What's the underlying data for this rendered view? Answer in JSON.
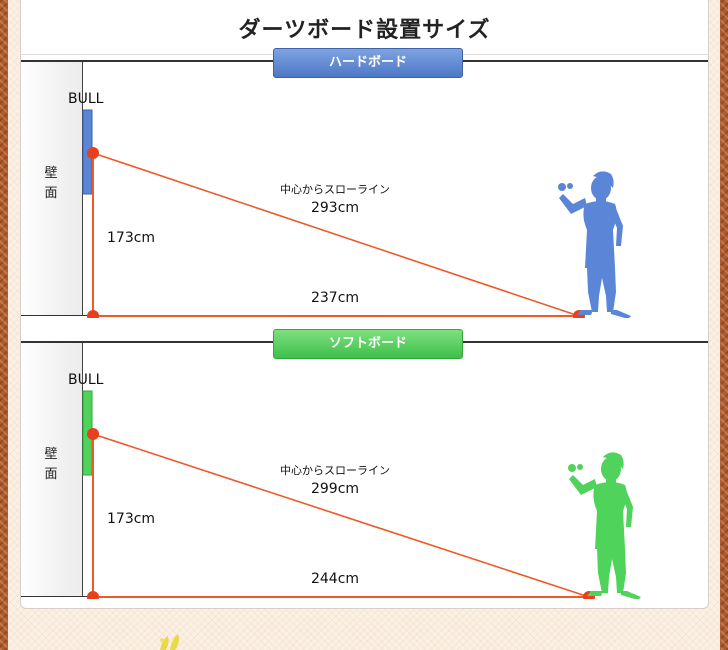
{
  "title": "ダーツボード設置サイズ",
  "colors": {
    "line": "#ee5a2a",
    "dot": "#e8401c",
    "hard_board": "#5b86d8",
    "soft_board": "#4fd35a",
    "hard_silhouette": "#5b86d8",
    "soft_silhouette": "#4fd35a"
  },
  "sections": [
    {
      "tab": "ハードボード",
      "wall_label": [
        "壁",
        "面"
      ],
      "bull_label": "BULL",
      "height_label": "173cm",
      "diagonal_caption": "中心からスローライン",
      "diagonal_label": "293cm",
      "floor_label": "237cm",
      "silhouette": "woman-throwing-silhouette-icon"
    },
    {
      "tab": "ソフトボード",
      "wall_label": [
        "壁",
        "面"
      ],
      "bull_label": "BULL",
      "height_label": "173cm",
      "diagonal_caption": "中心からスローライン",
      "diagonal_label": "299cm",
      "floor_label": "244cm",
      "silhouette": "woman-throwing-silhouette-icon"
    }
  ]
}
